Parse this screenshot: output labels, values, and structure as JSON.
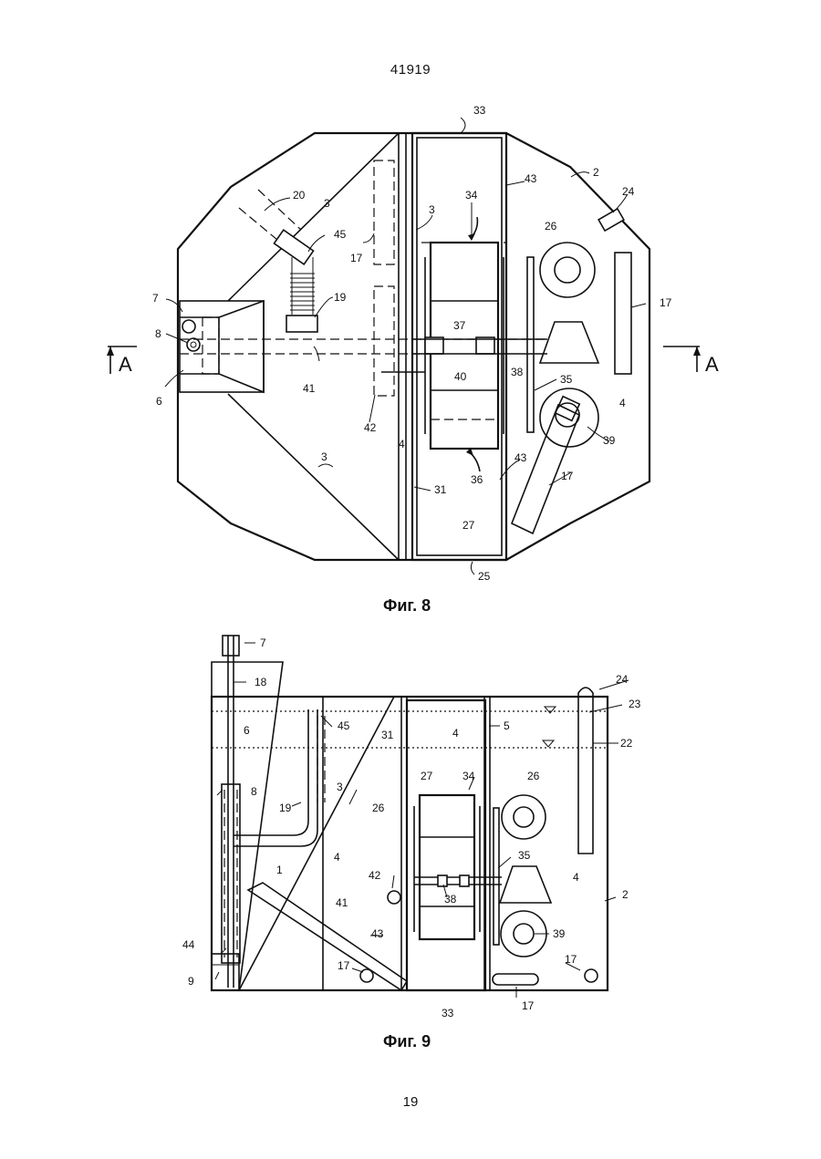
{
  "header": {
    "doc_number": "41919"
  },
  "footer": {
    "page_number": "19"
  },
  "figure8": {
    "caption": "Фиг. 8",
    "section_left": "A",
    "section_right": "A",
    "labels": {
      "l33": "33",
      "l2": "2",
      "l24": "24",
      "l20": "20",
      "l3a": "3",
      "l34": "34",
      "l43a": "43",
      "l3b": "3",
      "l26": "26",
      "l45": "45",
      "l17a": "17",
      "l7": "7",
      "l19": "19",
      "l37": "37",
      "l17b": "17",
      "l8": "8",
      "l41": "41",
      "l40": "40",
      "l38": "38",
      "l35": "35",
      "l4a": "4",
      "l6": "6",
      "l42": "42",
      "l39": "39",
      "l3c": "3",
      "l4b": "4",
      "l36": "36",
      "l43b": "43",
      "l17c": "17",
      "l31": "31",
      "l27": "27",
      "l25": "25"
    }
  },
  "figure9": {
    "caption": "Фиг. 9",
    "labels": {
      "l7": "7",
      "l18": "18",
      "l24": "24",
      "l23": "23",
      "l6": "6",
      "l45": "45",
      "l31": "31",
      "l4a": "4",
      "l5": "5",
      "l22": "22",
      "l8": "8",
      "l3": "3",
      "l27": "27",
      "l34": "34",
      "l26a": "26",
      "l19": "19",
      "l26b": "26",
      "l4b": "4",
      "l35": "35",
      "l1": "1",
      "l42": "42",
      "l38": "38",
      "l4c": "4",
      "l2": "2",
      "l41": "41",
      "l43": "43",
      "l39": "39",
      "l44": "44",
      "l17a": "17",
      "l17b": "17",
      "l9": "9",
      "l33": "33",
      "l17c": "17"
    }
  }
}
